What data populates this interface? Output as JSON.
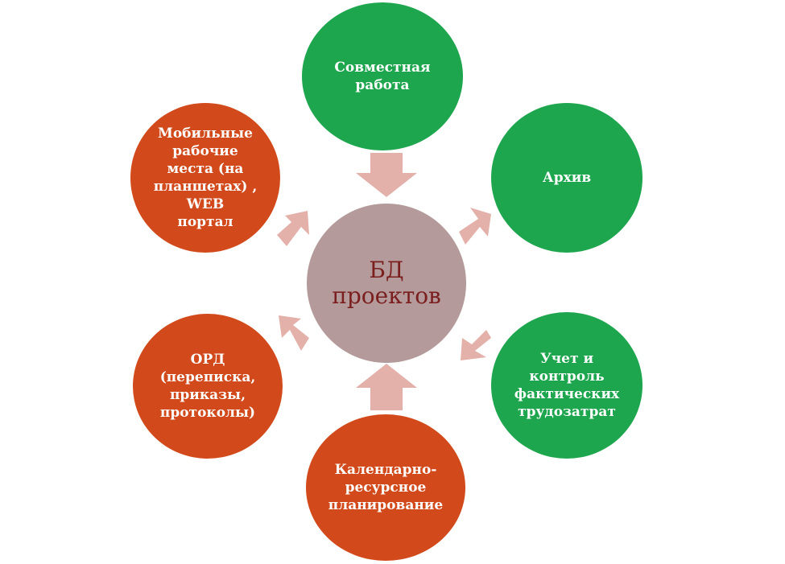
{
  "colors": {
    "green": "#1EA64E",
    "orange": "#D24A1B",
    "center": "#B49A9A",
    "center_text": "#7A1E1E",
    "arrow": "#E3B1AA"
  },
  "center": {
    "label": "БД\nпроектов"
  },
  "nodes": {
    "collaboration": "Совместная\nработа",
    "archive": "Архив",
    "labor": "Учет и\nконтроль\nфактических\nтрудозатрат",
    "planning": "Календарно-\nресурсное\nпланирование",
    "ord": "ОРД\n(переписка,\nприказы,\nпротоколы)",
    "mobile": "Мобильные\nрабочие\nместа (на\nпланшетах) ,\nWEB\nпортал"
  }
}
